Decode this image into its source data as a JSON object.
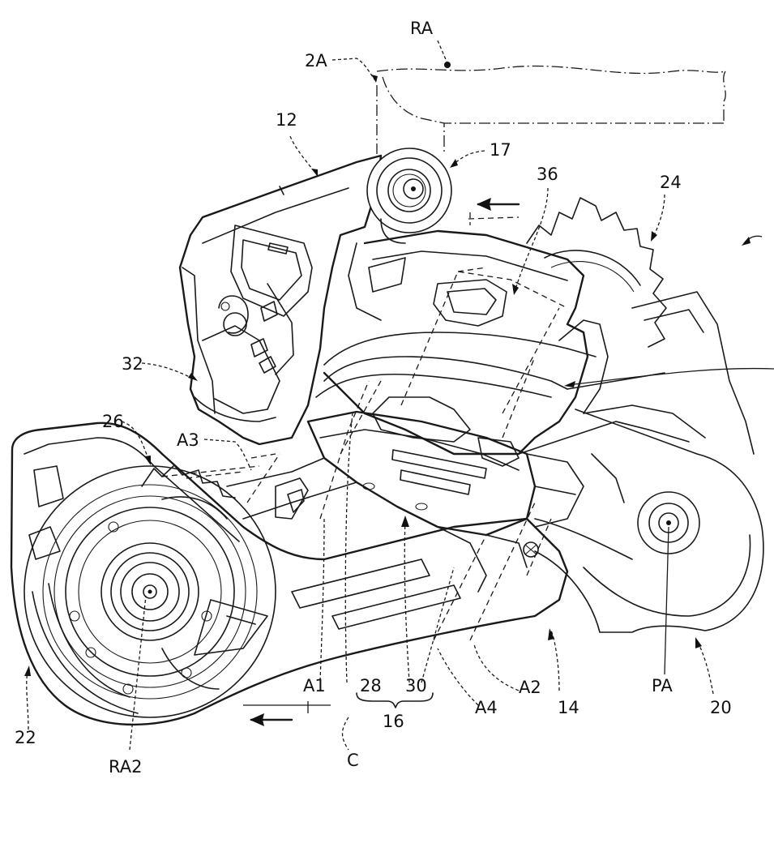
{
  "figure": {
    "reference_labels": {
      "ra": "RA",
      "frame_2a": "2A",
      "base_12": "12",
      "pivot_17": "17",
      "arrow_36": "36",
      "sprocket_24": "24",
      "link_32": "32",
      "sprocket_26": "26",
      "axis_a3": "A3",
      "axis_a1": "A1",
      "link_28": "28",
      "link_30": "30",
      "linkage_16": "16",
      "axis_a4": "A4",
      "axis_a2": "A2",
      "movable_14": "14",
      "pivot_pa": "PA",
      "chain_guide_20": "20",
      "pulley_22": "22",
      "axis_ra2": "RA2",
      "center_c": "C"
    }
  }
}
